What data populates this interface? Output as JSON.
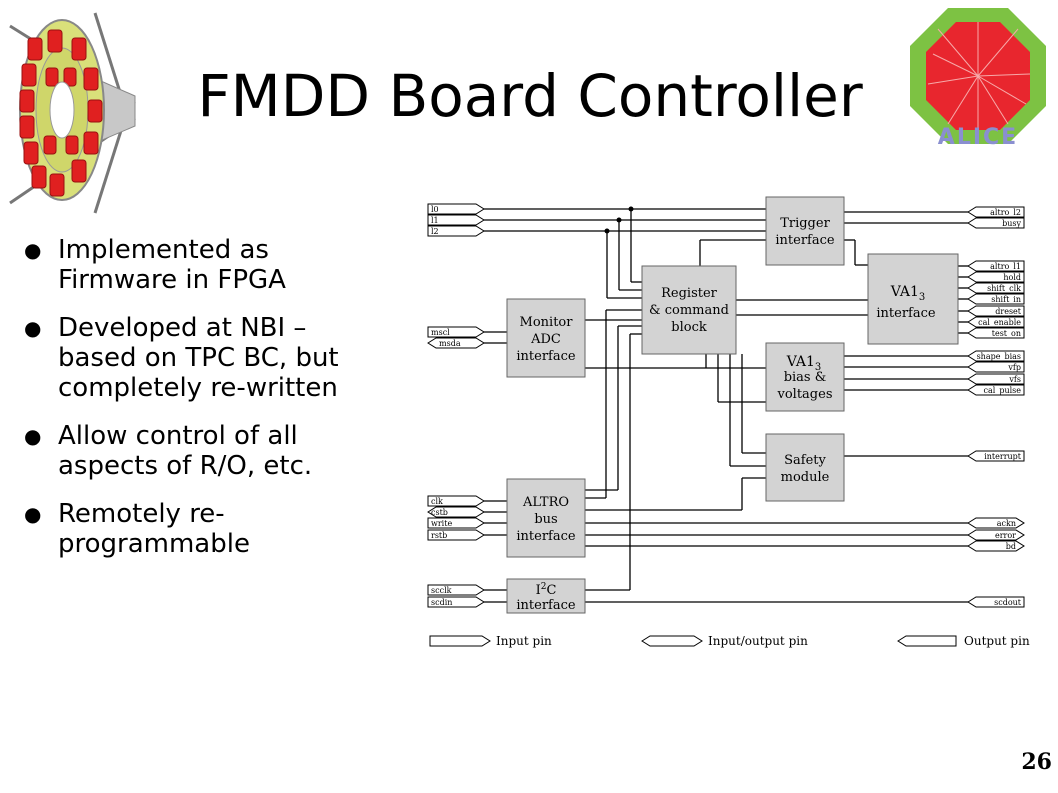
{
  "slide": {
    "title": "FMDD Board Controller",
    "page_number": "26",
    "bullets": [
      [
        "Implemented as",
        "Firmware in FPGA"
      ],
      [
        "Developed at NBI –",
        "based on TPC BC, but",
        "completely re-written"
      ],
      [
        "Allow control of all",
        "aspects of R/O, etc."
      ],
      [
        "Remotely re-",
        "programmable"
      ]
    ]
  },
  "logos": {
    "left": "FMD detector drawing",
    "right_text": "ALICE"
  },
  "diagram": {
    "blocks": {
      "trigger": [
        "Trigger",
        "interface"
      ],
      "register": [
        "Register",
        "& command",
        "block"
      ],
      "monitor": [
        "Monitor",
        "ADC",
        "interface"
      ],
      "va1_if": [
        "VA1",
        "interface"
      ],
      "va1_bias": [
        "VA1",
        "bias &",
        "voltages"
      ],
      "safety": [
        "Safety",
        "module"
      ],
      "altro": [
        "ALTRO",
        "bus",
        "interface"
      ],
      "i2c": [
        "I",
        "C",
        "interface"
      ],
      "va1_sub": "3",
      "i2c_sup": "2"
    },
    "left_pins": [
      "l0",
      "l1",
      "l2",
      "mscl",
      "msda",
      "clk",
      "cstb",
      "write",
      "rstb",
      "scclk",
      "scdin"
    ],
    "right_pins": [
      "altro_l2",
      "busy",
      "altro_l1",
      "hold",
      "shift_clk",
      "shift_in",
      "dreset",
      "cal_enable",
      "test_on",
      "shape_bias",
      "vfp",
      "vfs",
      "cal_pulse",
      "interrupt",
      "ackn",
      "error",
      "bd",
      "scdout"
    ],
    "legend": [
      "Input pin",
      "Input/output pin",
      "Output pin"
    ]
  }
}
